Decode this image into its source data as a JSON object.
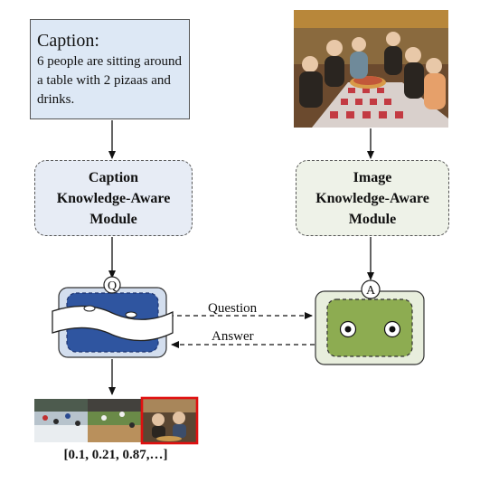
{
  "caption_box": {
    "heading": "Caption:",
    "text": "6 people are sitting around a table with 2 pizaas and drinks."
  },
  "modules": {
    "caption_line1": "Caption",
    "caption_line2": "Knowledge-Aware",
    "caption_line3": "Module",
    "image_line1": "Image",
    "image_line2": "Knowledge-Aware",
    "image_line3": "Module"
  },
  "agents": {
    "questioner_badge": "Q",
    "answerer_badge": "A"
  },
  "dialog": {
    "question_label": "Question",
    "answer_label": "Answer"
  },
  "result": {
    "scores_text": "[0.1, 0.21, 0.87,…]",
    "highlighted_candidate": 3
  },
  "colors": {
    "caption_fill": "#dde8f5",
    "questioner_blue": "#2f55a0",
    "answerer_green": "#8dac51",
    "highlight_red": "#e01010"
  }
}
